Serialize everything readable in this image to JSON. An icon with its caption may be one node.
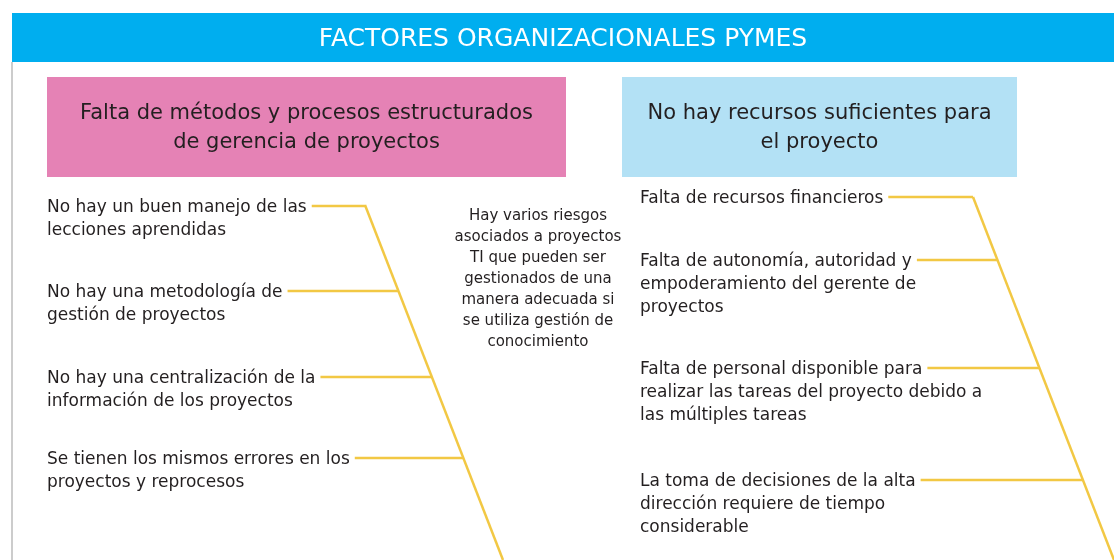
{
  "diagram": {
    "title": "FACTORES ORGANIZACIONALES PYMES",
    "nodes": [
      {
        "text": [
          "Falta de métodos y procesos estructurados de gerencia de proyectos"
        ]
      },
      {
        "text": [
          "No hay recursos suficientes para el proyecto"
        ]
      },
      {
        "text": [
          "No hay un buen manejo de las lecciones aprendidas"
        ]
      },
      {
        "text": [
          "No hay una metodología de gestión de proyectos"
        ]
      },
      {
        "text": [
          "No hay una centralización de la información de los proyectos"
        ]
      },
      {
        "text": [
          "Se tienen los mismos errores en los proyectos y reprocesos"
        ]
      },
      {
        "text": [
          "Falta de recursos financieros"
        ]
      },
      {
        "text": [
          "Falta de autonomía, autoridad y empoderamiento del gerente de proyectos"
        ]
      },
      {
        "text": [
          "Falta de personal disponible para realizar las tareas del proyecto debido a las múltiples tareas"
        ]
      },
      {
        "text": [
          "La toma de decisiones de la alta dirección requiere de tiempo considerable"
        ]
      },
      {
        "text": [],
        "shape": "bar"
      },
      {
        "text": [],
        "shape": "bar"
      }
    ],
    "edges": [
      {
        "from": 2,
        "to": 10,
        "arrow": "none"
      },
      {
        "from": 3,
        "to": 10,
        "arrow": "none"
      },
      {
        "from": 4,
        "to": 10,
        "arrow": "none"
      },
      {
        "from": 5,
        "to": 10,
        "arrow": "none"
      },
      {
        "from": 6,
        "to": 11,
        "arrow": "none"
      },
      {
        "from": 7,
        "to": 11,
        "arrow": "none"
      },
      {
        "from": 8,
        "to": 11,
        "arrow": "none"
      },
      {
        "from": 9,
        "to": 11,
        "arrow": "none"
      }
    ],
    "labels": [
      "Hay varios riesgos asociados a proyectos TI que pueden ser gestionados de una manera adecuada si se utiliza gestión de conocimiento"
    ]
  }
}
